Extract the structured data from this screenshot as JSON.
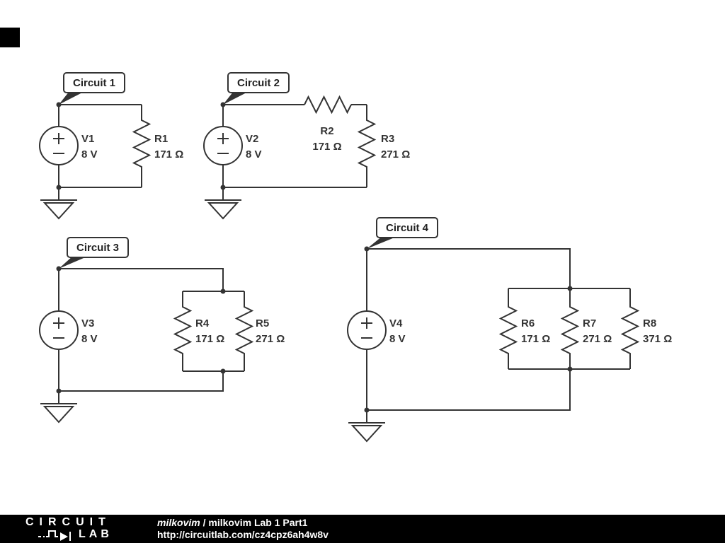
{
  "page": {
    "background": "#ffffff",
    "wire_color": "#333333",
    "footer_background": "#000000",
    "footer_text_color": "#ffffff"
  },
  "circuits": [
    {
      "label": "Circuit 1",
      "source": {
        "name": "V1",
        "value": "8 V"
      },
      "resistors": [
        {
          "name": "R1",
          "value": "171 Ω"
        }
      ]
    },
    {
      "label": "Circuit 2",
      "source": {
        "name": "V2",
        "value": "8 V"
      },
      "resistors": [
        {
          "name": "R2",
          "value": "171 Ω"
        },
        {
          "name": "R3",
          "value": "271 Ω"
        }
      ]
    },
    {
      "label": "Circuit 3",
      "source": {
        "name": "V3",
        "value": "8 V"
      },
      "resistors": [
        {
          "name": "R4",
          "value": "171 Ω"
        },
        {
          "name": "R5",
          "value": "271 Ω"
        }
      ]
    },
    {
      "label": "Circuit 4",
      "source": {
        "name": "V4",
        "value": "8 V"
      },
      "resistors": [
        {
          "name": "R6",
          "value": "171 Ω"
        },
        {
          "name": "R7",
          "value": "271 Ω"
        },
        {
          "name": "R8",
          "value": "371 Ω"
        }
      ]
    }
  ],
  "footer": {
    "logo_top": "CIRCUIT",
    "logo_bottom": "LAB",
    "author": "milkovim",
    "separator": " / ",
    "title": "milkovim Lab 1 Part1",
    "url": "http://circuitlab.com/cz4cpz6ah4w8v"
  }
}
